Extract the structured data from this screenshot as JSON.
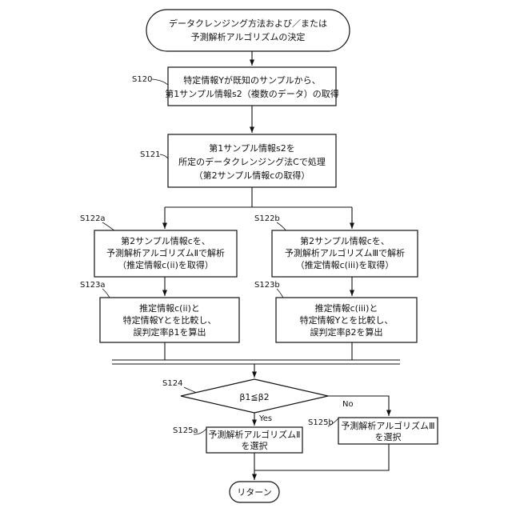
{
  "flowchart": {
    "start": {
      "line1": "データクレンジング方法および／または",
      "line2": "予測解析アルゴリズムの決定"
    },
    "s120": {
      "step": "S120",
      "line1": "特定情報Yが既知のサンプルから、",
      "line2": "第1サンプル情報s2（複数のデータ）の取得"
    },
    "s121": {
      "step": "S121",
      "line1": "第1サンプル情報s2を",
      "line2": "所定のデータクレンジング法Cで処理",
      "line3": "（第2サンプル情報cの取得）"
    },
    "s122a": {
      "step": "S122a",
      "line1": "第2サンプル情報cを、",
      "line2": "予測解析アルゴリズムⅡで解析",
      "line3": "（推定情報c(ii)を取得）"
    },
    "s122b": {
      "step": "S122b",
      "line1": "第2サンプル情報cを、",
      "line2": "予測解析アルゴリズムⅢで解析",
      "line3": "（推定情報c(iii)を取得）"
    },
    "s123a": {
      "step": "S123a",
      "line1": "推定情報c(ii)と",
      "line2": "特定情報Yとを比較し、",
      "line3": "誤判定率β1を算出"
    },
    "s123b": {
      "step": "S123b",
      "line1": "推定情報c(iii)と",
      "line2": "特定情報Yとを比較し、",
      "line3": "誤判定率β2を算出"
    },
    "s124": {
      "step": "S124",
      "condition": "β1≦β2",
      "yes": "Yes",
      "no": "No"
    },
    "s125a": {
      "step": "S125a",
      "line1": "予測解析アルゴリズムⅡ",
      "line2": "を選択"
    },
    "s125b": {
      "step": "S125b",
      "line1": "予測解析アルゴリズムⅢ",
      "line2": "を選択"
    },
    "end": {
      "label": "リターン"
    }
  }
}
